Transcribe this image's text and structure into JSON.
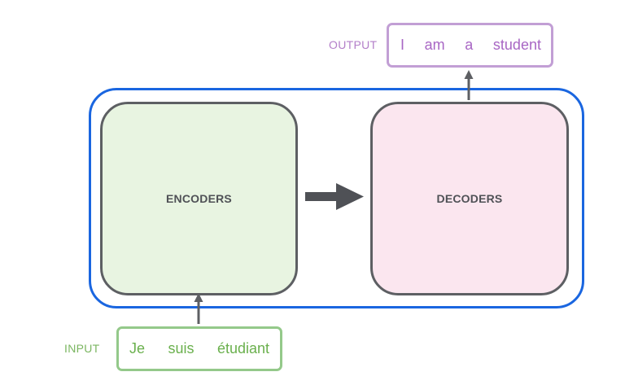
{
  "model": {
    "encoder_label": "ENCODERS",
    "decoder_label": "DECODERS"
  },
  "input": {
    "label": "INPUT",
    "tokens": [
      "Je",
      "suis",
      "étudiant"
    ]
  },
  "output": {
    "label": "OUTPUT",
    "tokens": [
      "I",
      "am",
      "a",
      "student"
    ]
  },
  "colors": {
    "frame": "#1a66e0",
    "block_border": "#5d5f63",
    "encoder_fill": "#e8f4e1",
    "decoder_fill": "#fbe6ef",
    "input_text": "#6ab04d",
    "output_text": "#a866c4",
    "arrow": "#4f5156"
  }
}
